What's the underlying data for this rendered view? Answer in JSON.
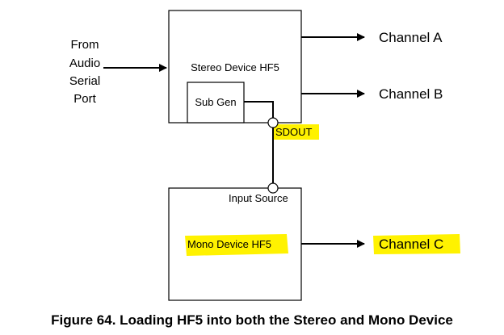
{
  "inputs": {
    "from_line1": "From",
    "from_line2": "Audio",
    "from_line3": "Serial",
    "from_line4": "Port"
  },
  "stereo_device": {
    "title": "Stereo Device HF5",
    "sub_block": "Sub Gen"
  },
  "sdout_label": "SDOUT",
  "mono_device": {
    "input_source_label": "Input Source",
    "title": "Mono Device HF5"
  },
  "outputs": {
    "channel_a": "Channel A",
    "channel_b": "Channel B",
    "channel_c": "Channel C"
  },
  "caption": "Figure 64. Loading HF5 into both the Stereo and Mono Device",
  "colors": {
    "highlight": "#fff200",
    "line": "#000000"
  }
}
